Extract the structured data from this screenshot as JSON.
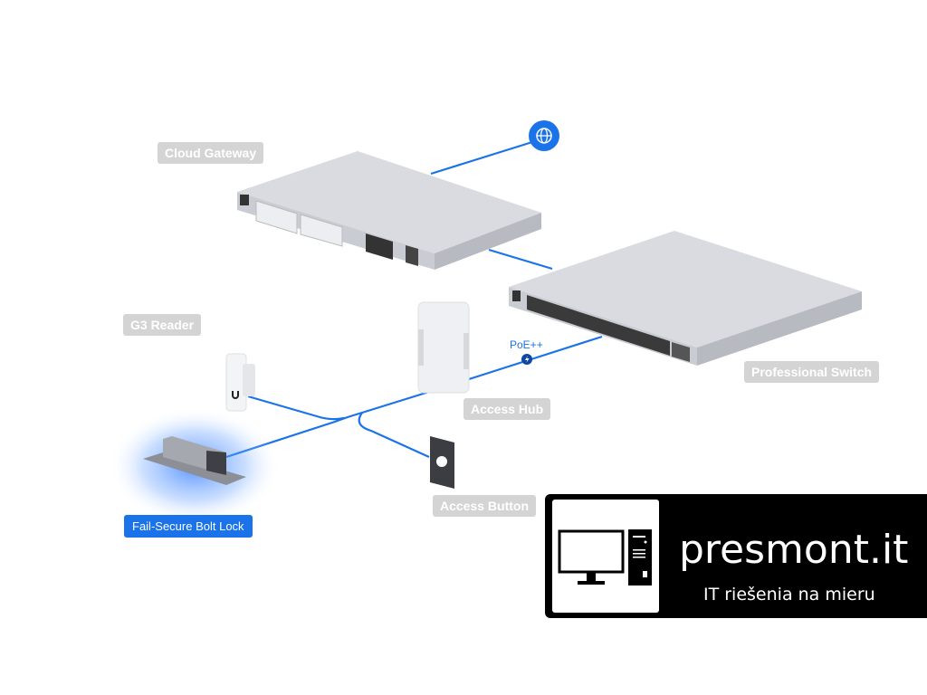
{
  "labels": {
    "cloud_gateway": "Cloud Gateway",
    "g3_reader": "G3 Reader",
    "professional_switch": "Professional Switch",
    "access_hub": "Access Hub",
    "access_button": "Access Button",
    "bolt_lock": "Fail-Secure Bolt Lock",
    "poe": "PoE++"
  },
  "logo": {
    "name": "presmont.it",
    "tagline": "IT riešenia na mieru"
  },
  "colors": {
    "link": "#1a73e8",
    "label_bg": "#d4d4d4",
    "active_label_bg": "#1a73e8"
  },
  "icons": {
    "internet": "globe-icon",
    "power": "lightning-icon"
  }
}
